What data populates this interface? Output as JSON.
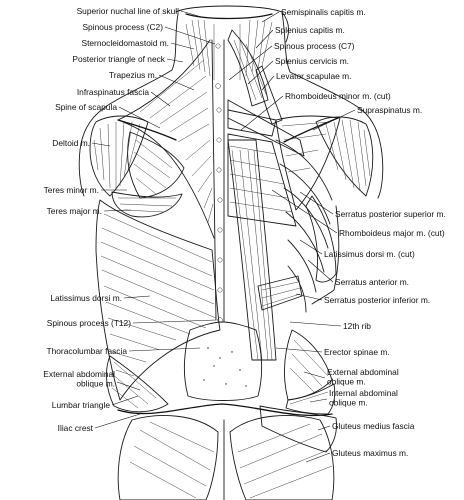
{
  "labels": {
    "superior_nuchal_line": "Superior nuchal line of skull",
    "semispinalis_capitis": "Semispinalis capitis m.",
    "spinous_process_c2": "Spinous process (C2)",
    "splenius_capitis": "Splenius capitis m.",
    "sternocleidomastoid": "Sternocleidomastoid m.",
    "spinous_process_c7": "Spinous process (C7)",
    "posterior_triangle_neck": "Posterior triangle of neck",
    "splenius_cervicis": "Splenius cervicis m.",
    "trapezius": "Trapezius m.",
    "levator_scapulae": "Levator scapulae m.",
    "infraspinatus_fascia": "Infraspinatus fascia",
    "rhomboideus_minor": "Rhomboideus minor m. (cut)",
    "spine_of_scapula": "Spine of scapula",
    "supraspinatus": "Supraspinatus m.",
    "deltoid": "Deltoid m.",
    "teres_minor": "Teres minor m.",
    "teres_major": "Teres major m.",
    "serratus_posterior_superior": "Serratus posterior superior m.",
    "rhomboideus_major": "Rhomboideus major m. (cut)",
    "latissimus_dorsi_cut": "Latissimus dorsi m. (cut)",
    "serratus_anterior": "Serratus anterior m.",
    "latissimus_dorsi": "Latissimus dorsi m.",
    "serratus_posterior_inferior": "Serratus posterior inferior m.",
    "spinous_process_t12": "Spinous process (T12)",
    "rib_12": "12th rib",
    "thoracolumbar_fascia": "Thoracolumbar fascia",
    "erector_spinae": "Erector spinae m.",
    "external_oblique_left": "External abdominal\noblique m.",
    "external_oblique_right": "External abdominal\noblique m.",
    "internal_oblique": "Internal abdominal\noblique m.",
    "lumbar_triangle": "Lumbar triangle",
    "gluteus_medius_fascia": "Gluteus medius fascia",
    "iliac_crest": "Iliac crest",
    "gluteus_maximus": "Gluteus maximus m."
  }
}
